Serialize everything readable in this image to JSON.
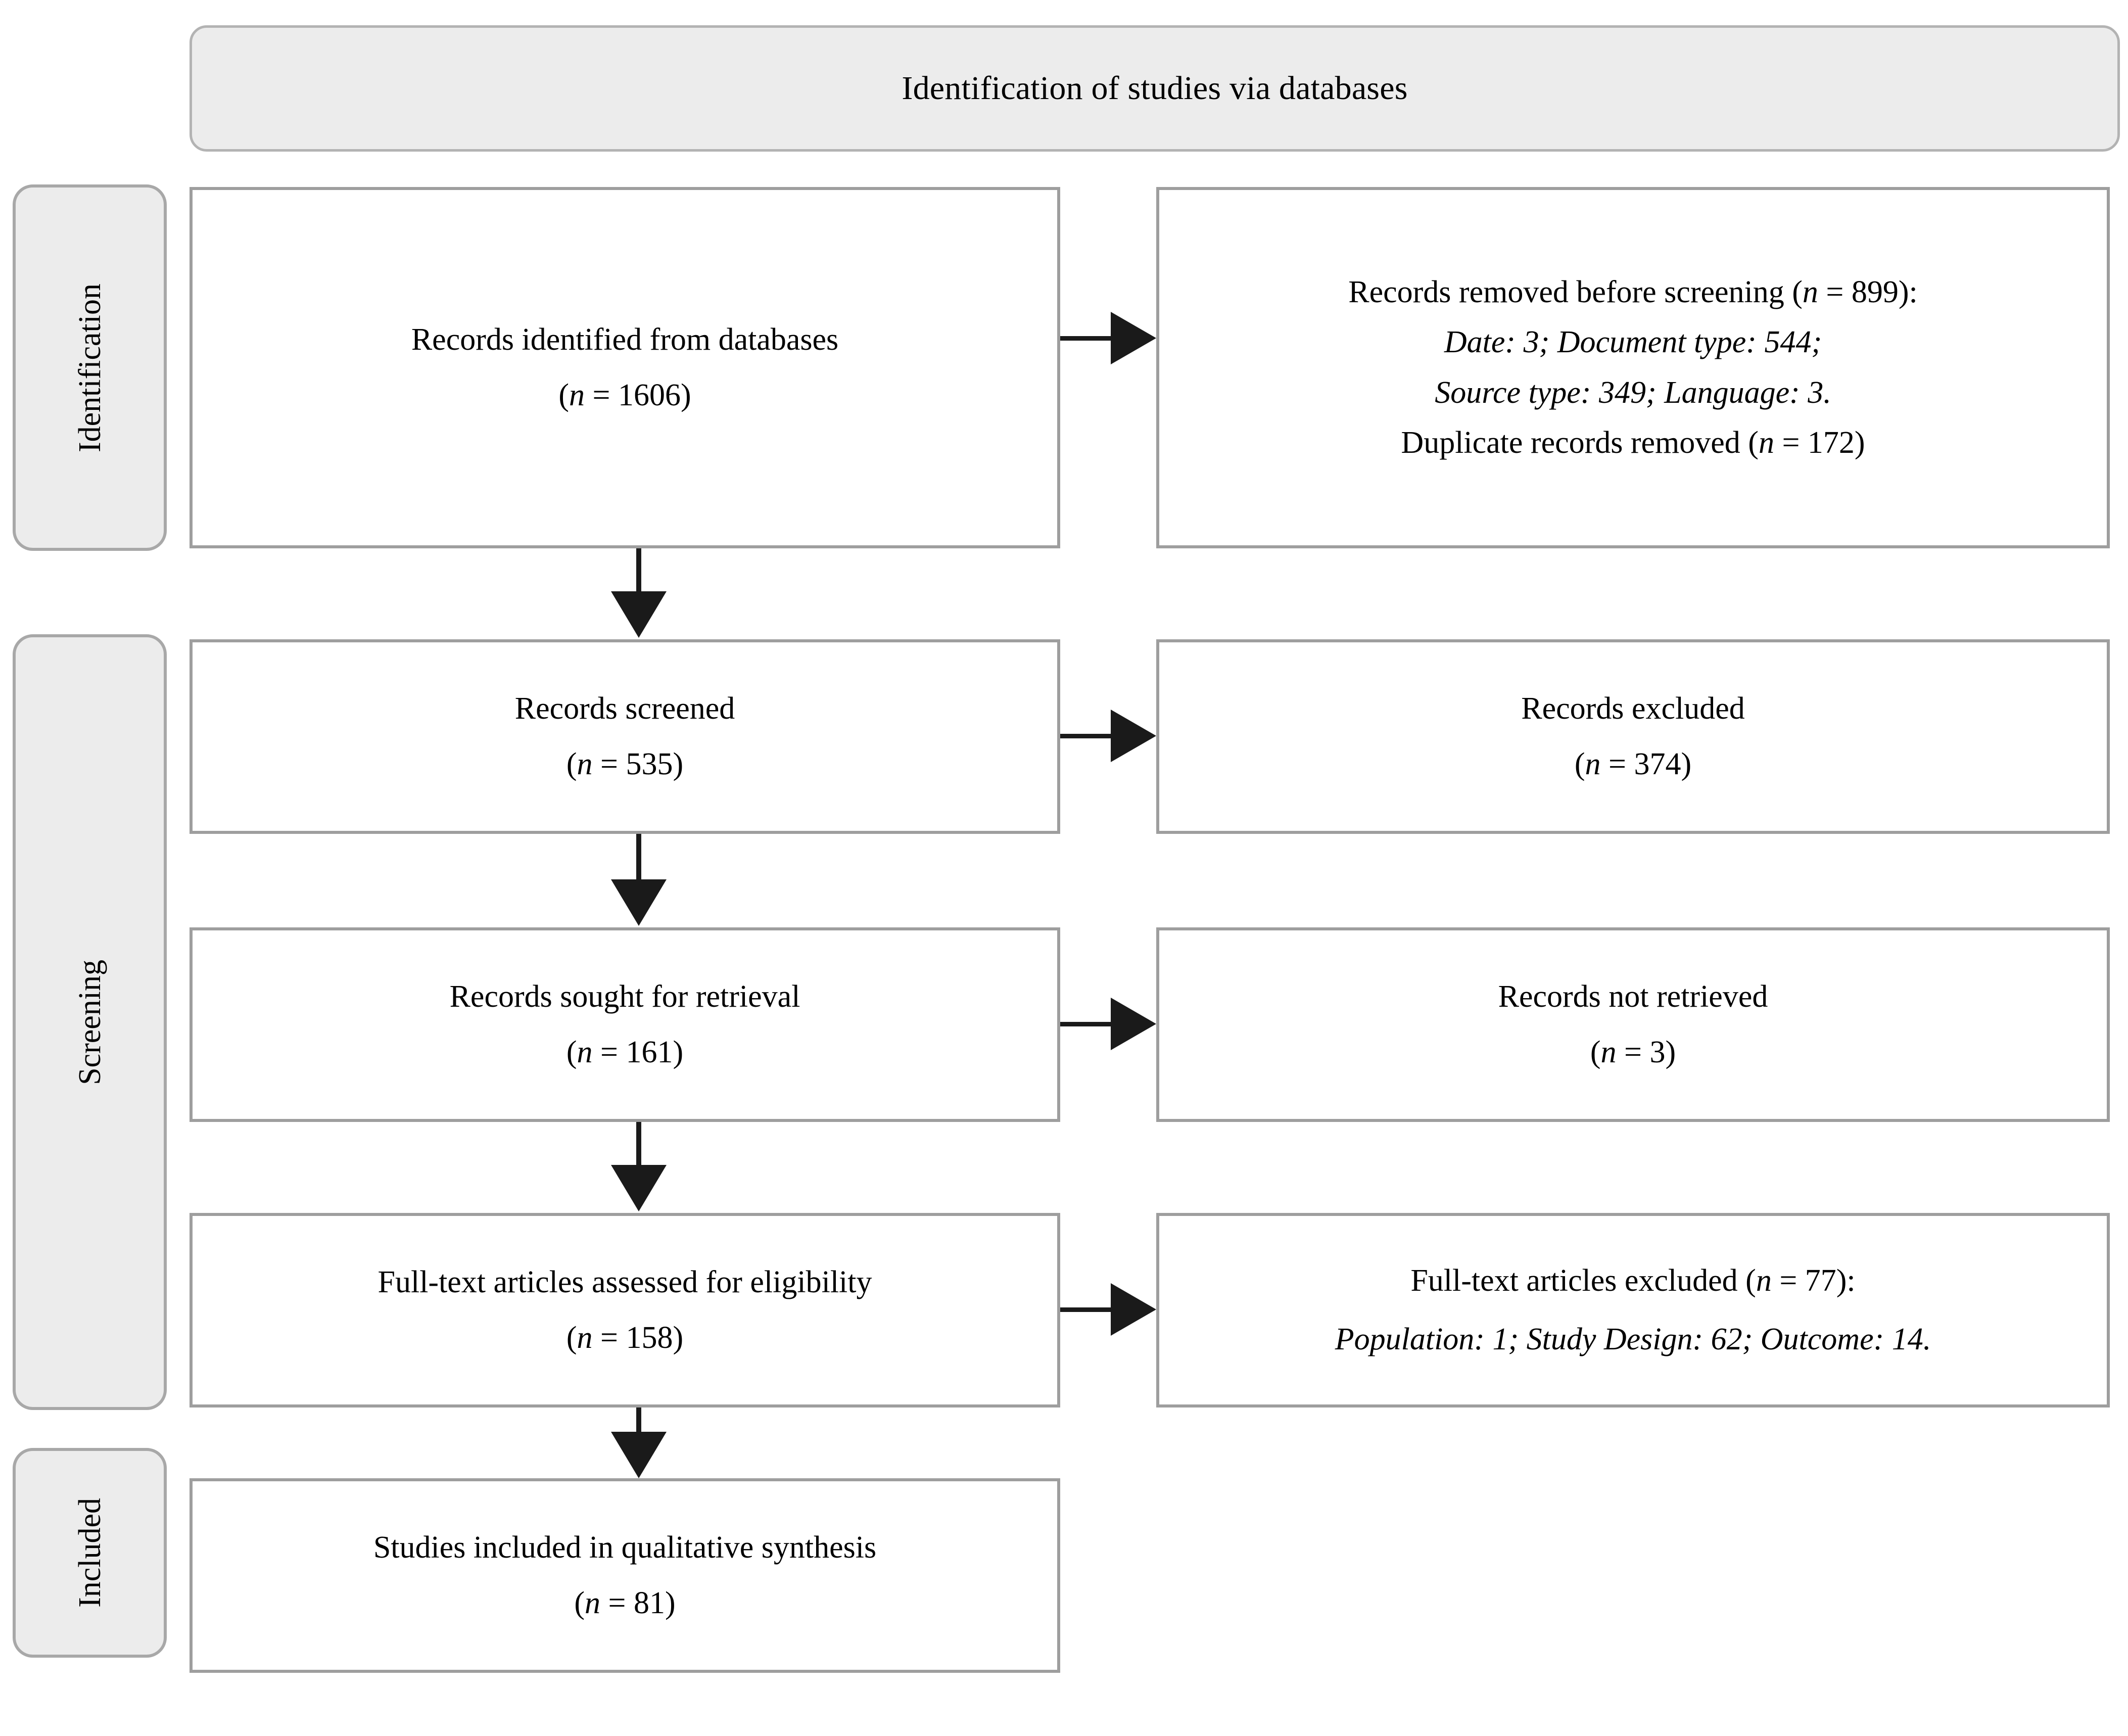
{
  "banner": {
    "title": "Identification of studies via databases"
  },
  "stages": [
    {
      "name": "identification",
      "label": "Identification"
    },
    {
      "name": "screening",
      "label": "Screening"
    },
    {
      "name": "included",
      "label": "Included"
    }
  ],
  "boxes": {
    "records_identified": {
      "line1": "Records identified from databases",
      "line2_pre": "(",
      "line2_n": "n",
      "line2_post": " = 1606)"
    },
    "records_removed": {
      "line1_pre": "Records removed before screening (",
      "line1_n": "n",
      "line1_post": " = 899):",
      "line2": "Date: 3; Document type: 544;",
      "line3": "Source type: 349; Language: 3.",
      "line4_pre": "Duplicate records removed (",
      "line4_n": "n",
      "line4_post": " = 172)"
    },
    "records_screened": {
      "line1": "Records screened",
      "line2_pre": "(",
      "line2_n": "n",
      "line2_post": " = 535)"
    },
    "records_excluded": {
      "line1": "Records excluded",
      "line2_pre": "(",
      "line2_n": "n",
      "line2_post": " = 374)"
    },
    "records_sought": {
      "line1": "Records sought for retrieval",
      "line2_pre": "(",
      "line2_n": "n",
      "line2_post": " = 161)"
    },
    "records_not_retrieved": {
      "line1": "Records not retrieved",
      "line2_pre": "(",
      "line2_n": "n",
      "line2_post": " = 3)"
    },
    "fulltext_assessed": {
      "line1": "Full-text articles assessed for eligibility",
      "line2_pre": "(",
      "line2_n": "n",
      "line2_post": " = 158)"
    },
    "fulltext_excluded": {
      "line1_pre": "Full-text articles excluded (",
      "line1_n": "n",
      "line1_post": " = 77):",
      "line2": "Population: 1; Study Design: 62; Outcome: 14."
    },
    "studies_included": {
      "line1": "Studies included in qualitative synthesis",
      "line2_pre": "(",
      "line2_n": "n",
      "line2_post": " = 81)"
    }
  },
  "counts": {
    "identified": 1606,
    "removed_total": 899,
    "removed_date": 3,
    "removed_document_type": 544,
    "removed_source_type": 349,
    "removed_language": 3,
    "duplicates_removed": 172,
    "screened": 535,
    "excluded": 374,
    "sought": 161,
    "not_retrieved": 3,
    "fulltext_assessed": 158,
    "fulltext_excluded": 77,
    "excluded_population": 1,
    "excluded_study_design": 62,
    "excluded_outcome": 14,
    "included": 81
  },
  "colors": {
    "stage_fill": "#ececec",
    "stage_border": "#a8a8a8",
    "box_border": "#9e9e9e",
    "arrow": "#1a1a1a",
    "text": "#000000"
  }
}
